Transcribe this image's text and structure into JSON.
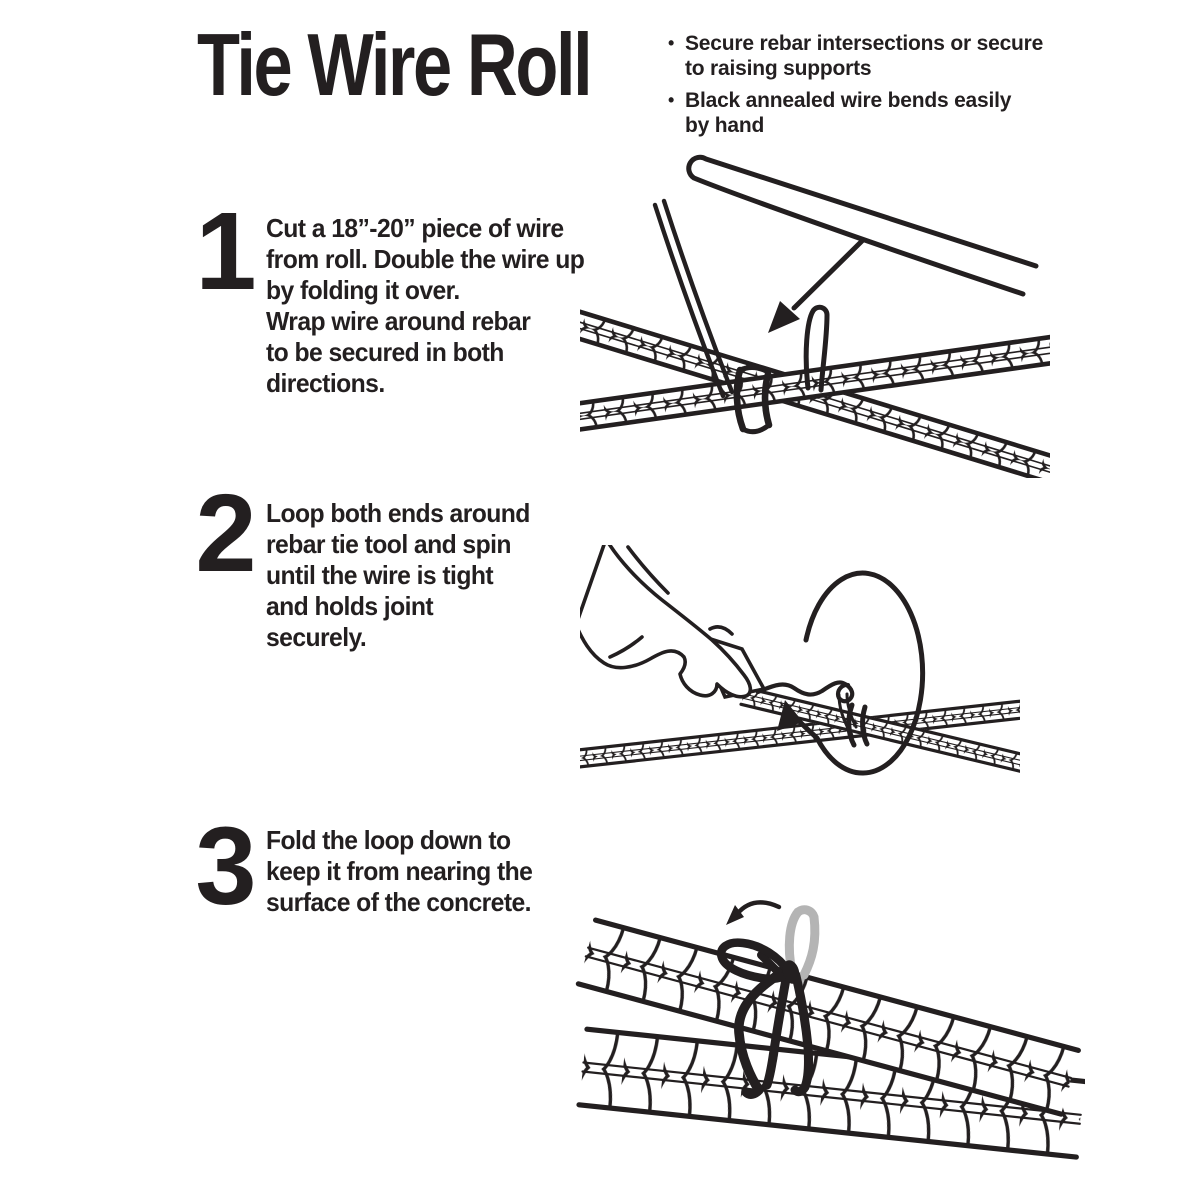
{
  "colors": {
    "ink": "#231f20",
    "ghost": "#b4b4b4",
    "background": "#ffffff"
  },
  "header": {
    "title": "Tie Wire Roll",
    "bullet_marker": "•",
    "bullets": [
      "Secure rebar intersections or secure\nto raising supports",
      "Black annealed wire bends easily\nby hand"
    ]
  },
  "steps": [
    {
      "number": "1",
      "text": "Cut a 18”-20” piece of wire\nfrom roll. Double the wire up\nby folding it over.\nWrap wire around rebar\nto be secured in both\ndirections.",
      "illustration": "Doubled tie wire wrapped around a rebar intersection, with cut wire piece and arrow"
    },
    {
      "number": "2",
      "text": "Loop both ends around\nrebar tie tool and spin\nuntil the wire is tight\nand holds joint\nsecurely.",
      "illustration": "Hand spinning a rebar tie tool in the wire loop above the rebar crossing"
    },
    {
      "number": "3",
      "text": "Fold the loop down to\nkeep it from nearing the\nsurface of the concrete.",
      "illustration": "Finished wire tie with loop folded down flat against the rebar"
    }
  ]
}
